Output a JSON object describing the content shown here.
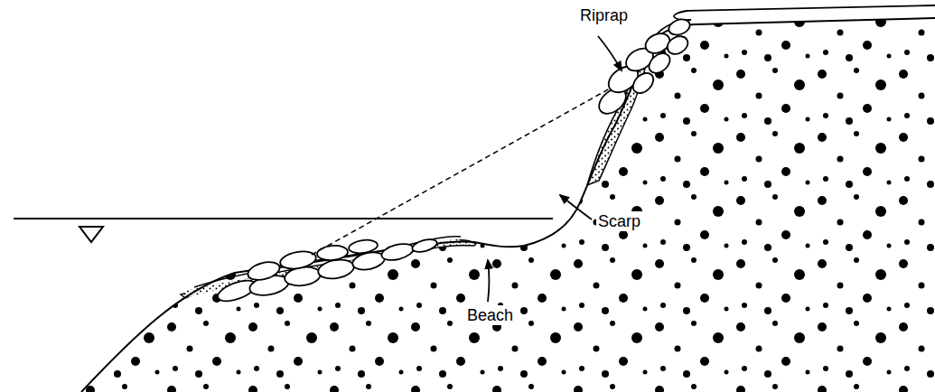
{
  "diagram": {
    "labels": [
      "Riprap",
      "Scarp",
      "Beach"
    ]
  }
}
